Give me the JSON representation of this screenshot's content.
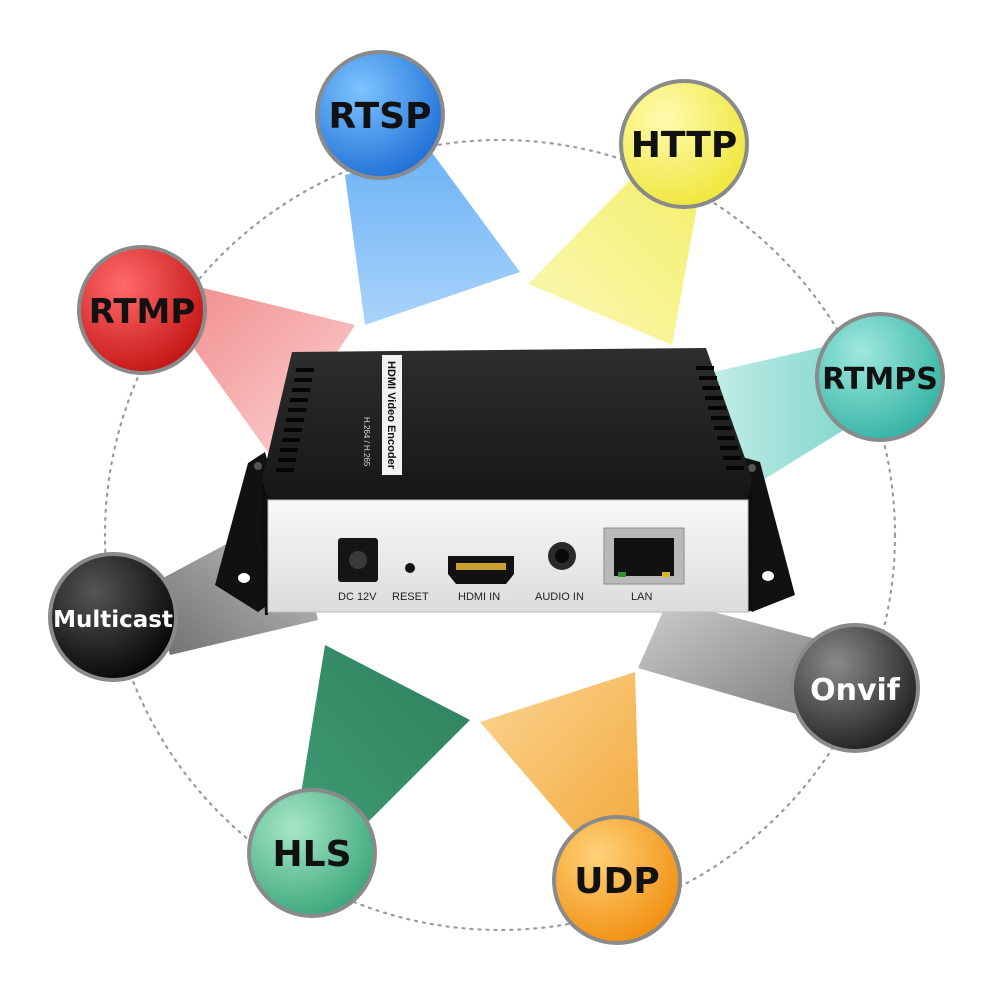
{
  "protocols": {
    "rtsp": {
      "label": "RTSP",
      "color": "#2f8ef0"
    },
    "http": {
      "label": "HTTP",
      "color": "#f6f26a"
    },
    "rtmp": {
      "label": "RTMP",
      "color": "#ec2a2a"
    },
    "rtmps": {
      "label": "RTMPS",
      "color": "#5ecdbf"
    },
    "multicast": {
      "label": "Multicast",
      "color": "#111111"
    },
    "onvif": {
      "label": "Onvif",
      "color": "#3a3a3a"
    },
    "hls": {
      "label": "HLS",
      "color": "#5cbf97"
    },
    "udp": {
      "label": "UDP",
      "color": "#f7a72c"
    }
  },
  "device": {
    "top_label": "HDMI Video Encoder",
    "top_sublabel": "H.264 / H.265",
    "ports": {
      "dc": "DC 12V",
      "reset": "RESET",
      "hdmi": "HDMI IN",
      "audio": "AUDIO IN",
      "lan": "LAN"
    }
  }
}
